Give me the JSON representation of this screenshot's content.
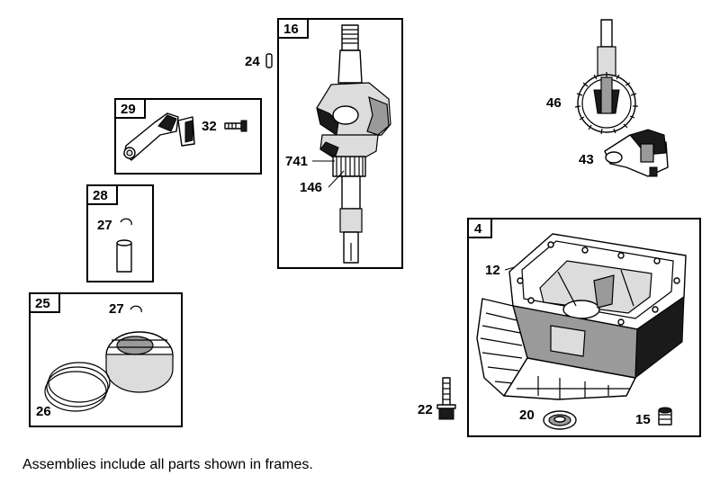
{
  "frames": {
    "f16": "16",
    "f29": "29",
    "f28": "28",
    "f25": "25",
    "f4": "4"
  },
  "callouts": {
    "c24": "24",
    "c32": "32",
    "c741": "741",
    "c146": "146",
    "c27a": "27",
    "c27b": "27",
    "c26": "26",
    "c46": "46",
    "c43": "43",
    "c12": "12",
    "c22": "22",
    "c20": "20",
    "c15": "15"
  },
  "footnote": "Assemblies include all parts shown in frames."
}
